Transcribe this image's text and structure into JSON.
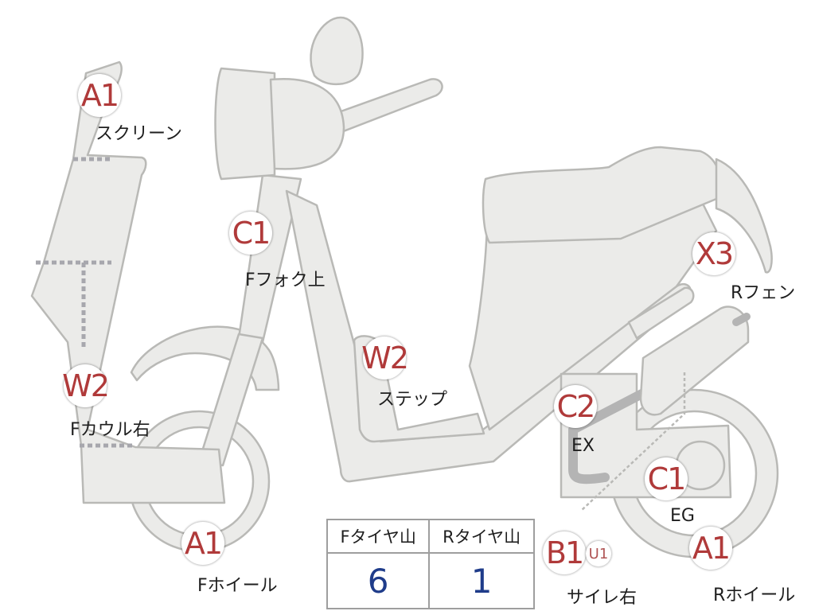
{
  "markers": [
    {
      "id": "a1-screen",
      "code": "A1",
      "label": "スクリーン"
    },
    {
      "id": "c1-ffork",
      "code": "C1",
      "label": "Fフォク上"
    },
    {
      "id": "w2-fcowl",
      "code": "W2",
      "label": "Fカウル右"
    },
    {
      "id": "w2-step",
      "code": "W2",
      "label": "ステップ"
    },
    {
      "id": "x3-rfender",
      "code": "X3",
      "label": "Rフェン"
    },
    {
      "id": "c2-ex",
      "code": "C2",
      "label": "EX"
    },
    {
      "id": "c1-eg",
      "code": "C1",
      "label": "EG"
    },
    {
      "id": "a1-fwheel",
      "code": "A1",
      "label": "Fホイール"
    },
    {
      "id": "a1-rwheel",
      "code": "A1",
      "label": "Rホイール"
    },
    {
      "id": "b1-silencer",
      "code": "B1",
      "sub_code": "U1",
      "label": "サイレ右"
    }
  ],
  "tire_table": {
    "headers": [
      "Fタイヤ山",
      "Rタイヤ山"
    ],
    "values": [
      "6",
      "1"
    ]
  },
  "colors": {
    "part_fill": "#ebebe9",
    "part_stroke": "#b9b9b6",
    "code_red": "#b03a3a",
    "value_blue": "#1f3c8a"
  }
}
